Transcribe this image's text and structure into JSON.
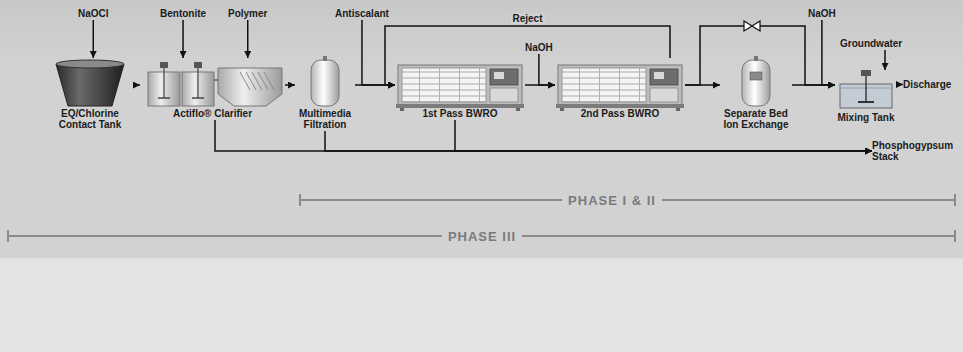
{
  "diagram": {
    "nodes": [
      {
        "text": [
          "NaOCl"
        ]
      },
      {
        "text": [
          "EQ/Chlorine Contact Tank"
        ]
      },
      {
        "text": [
          "Bentonite"
        ]
      },
      {
        "text": [
          "Polymer"
        ]
      },
      {
        "text": [
          "Actiflo® Clarifier"
        ]
      },
      {
        "text": [
          "Antiscalant"
        ]
      },
      {
        "text": [
          "Multimedia Filtration"
        ]
      },
      {
        "text": [
          "1st Pass BWRO"
        ]
      },
      {
        "text": [
          "NaOH"
        ]
      },
      {
        "text": [
          "2nd Pass BWRO"
        ]
      },
      {
        "text": [
          "NaOH"
        ]
      },
      {
        "text": [
          "Separate Bed Ion Exchange"
        ]
      },
      {
        "text": [
          "Groundwater"
        ]
      },
      {
        "text": [
          "Mixing Tank"
        ]
      },
      {
        "text": [
          "Discharge"
        ]
      },
      {
        "text": [
          "Phosphogypsum Stack"
        ]
      }
    ],
    "edges": [
      {
        "from": 0,
        "to": 1,
        "arrow": "to"
      },
      {
        "from": 1,
        "to": 4,
        "arrow": "to"
      },
      {
        "from": 2,
        "to": 4,
        "arrow": "to"
      },
      {
        "from": 3,
        "to": 4,
        "arrow": "to"
      },
      {
        "from": 4,
        "to": 6,
        "arrow": "to"
      },
      {
        "from": 6,
        "to": 7,
        "arrow": "to"
      },
      {
        "from": 5,
        "to": 7,
        "arrow": "to"
      },
      {
        "from": 7,
        "to": 9,
        "arrow": "to"
      },
      {
        "from": 8,
        "to": 9,
        "arrow": "to"
      },
      {
        "from": 9,
        "to": 7,
        "label": "Reject",
        "arrow": "to"
      },
      {
        "from": 9,
        "to": 11,
        "arrow": "to"
      },
      {
        "from": 9,
        "to": 13,
        "arrow": "to"
      },
      {
        "from": 11,
        "to": 13,
        "arrow": "to"
      },
      {
        "from": 10,
        "to": 13,
        "arrow": "to"
      },
      {
        "from": 12,
        "to": 13,
        "arrow": "to"
      },
      {
        "from": 13,
        "to": 14,
        "arrow": "to"
      },
      {
        "from": 4,
        "to": 15,
        "arrow": "to"
      },
      {
        "from": 6,
        "to": 15,
        "arrow": "to"
      },
      {
        "from": 7,
        "to": 15,
        "arrow": "to"
      }
    ],
    "labels": [
      "PHASE I & II",
      "PHASE III"
    ]
  }
}
